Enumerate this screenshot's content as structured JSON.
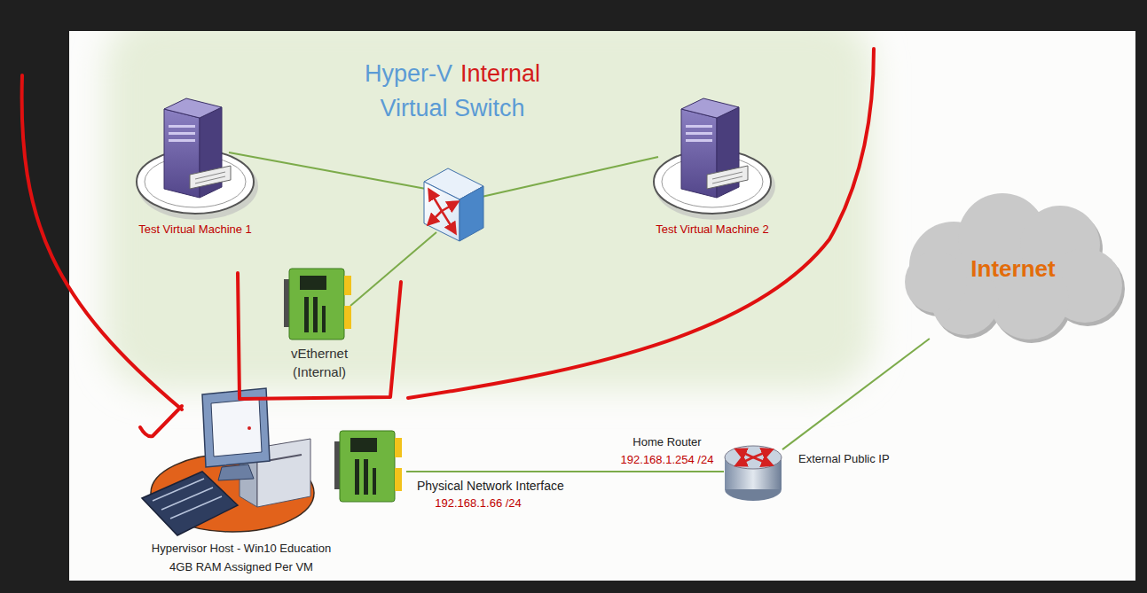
{
  "diagram": {
    "nodes": [
      {
        "text": [
          "Test Virtual Machine 1"
        ]
      },
      {
        "text": [
          "Test Virtual Machine 2"
        ]
      },
      {
        "text": [
          "vEthernet (Internal)"
        ]
      },
      {
        "text": [
          "Hypervisor Host - Win10 Education",
          "4GB RAM Assigned Per VM"
        ]
      },
      {
        "text": [
          "Physical Network Interface",
          "192.168.1.66 /24"
        ]
      },
      {
        "text": [
          "Home Router",
          "192.168.1.254 /24",
          "External Public IP"
        ]
      },
      {
        "text": [
          "Internet"
        ]
      }
    ],
    "edges": [
      {
        "from": 4,
        "to": 5,
        "arrow": "none"
      },
      {
        "from": 5,
        "to": 6,
        "arrow": "none"
      }
    ],
    "labels": [
      "Hyper-V",
      "Internal",
      "Virtual Switch"
    ]
  }
}
